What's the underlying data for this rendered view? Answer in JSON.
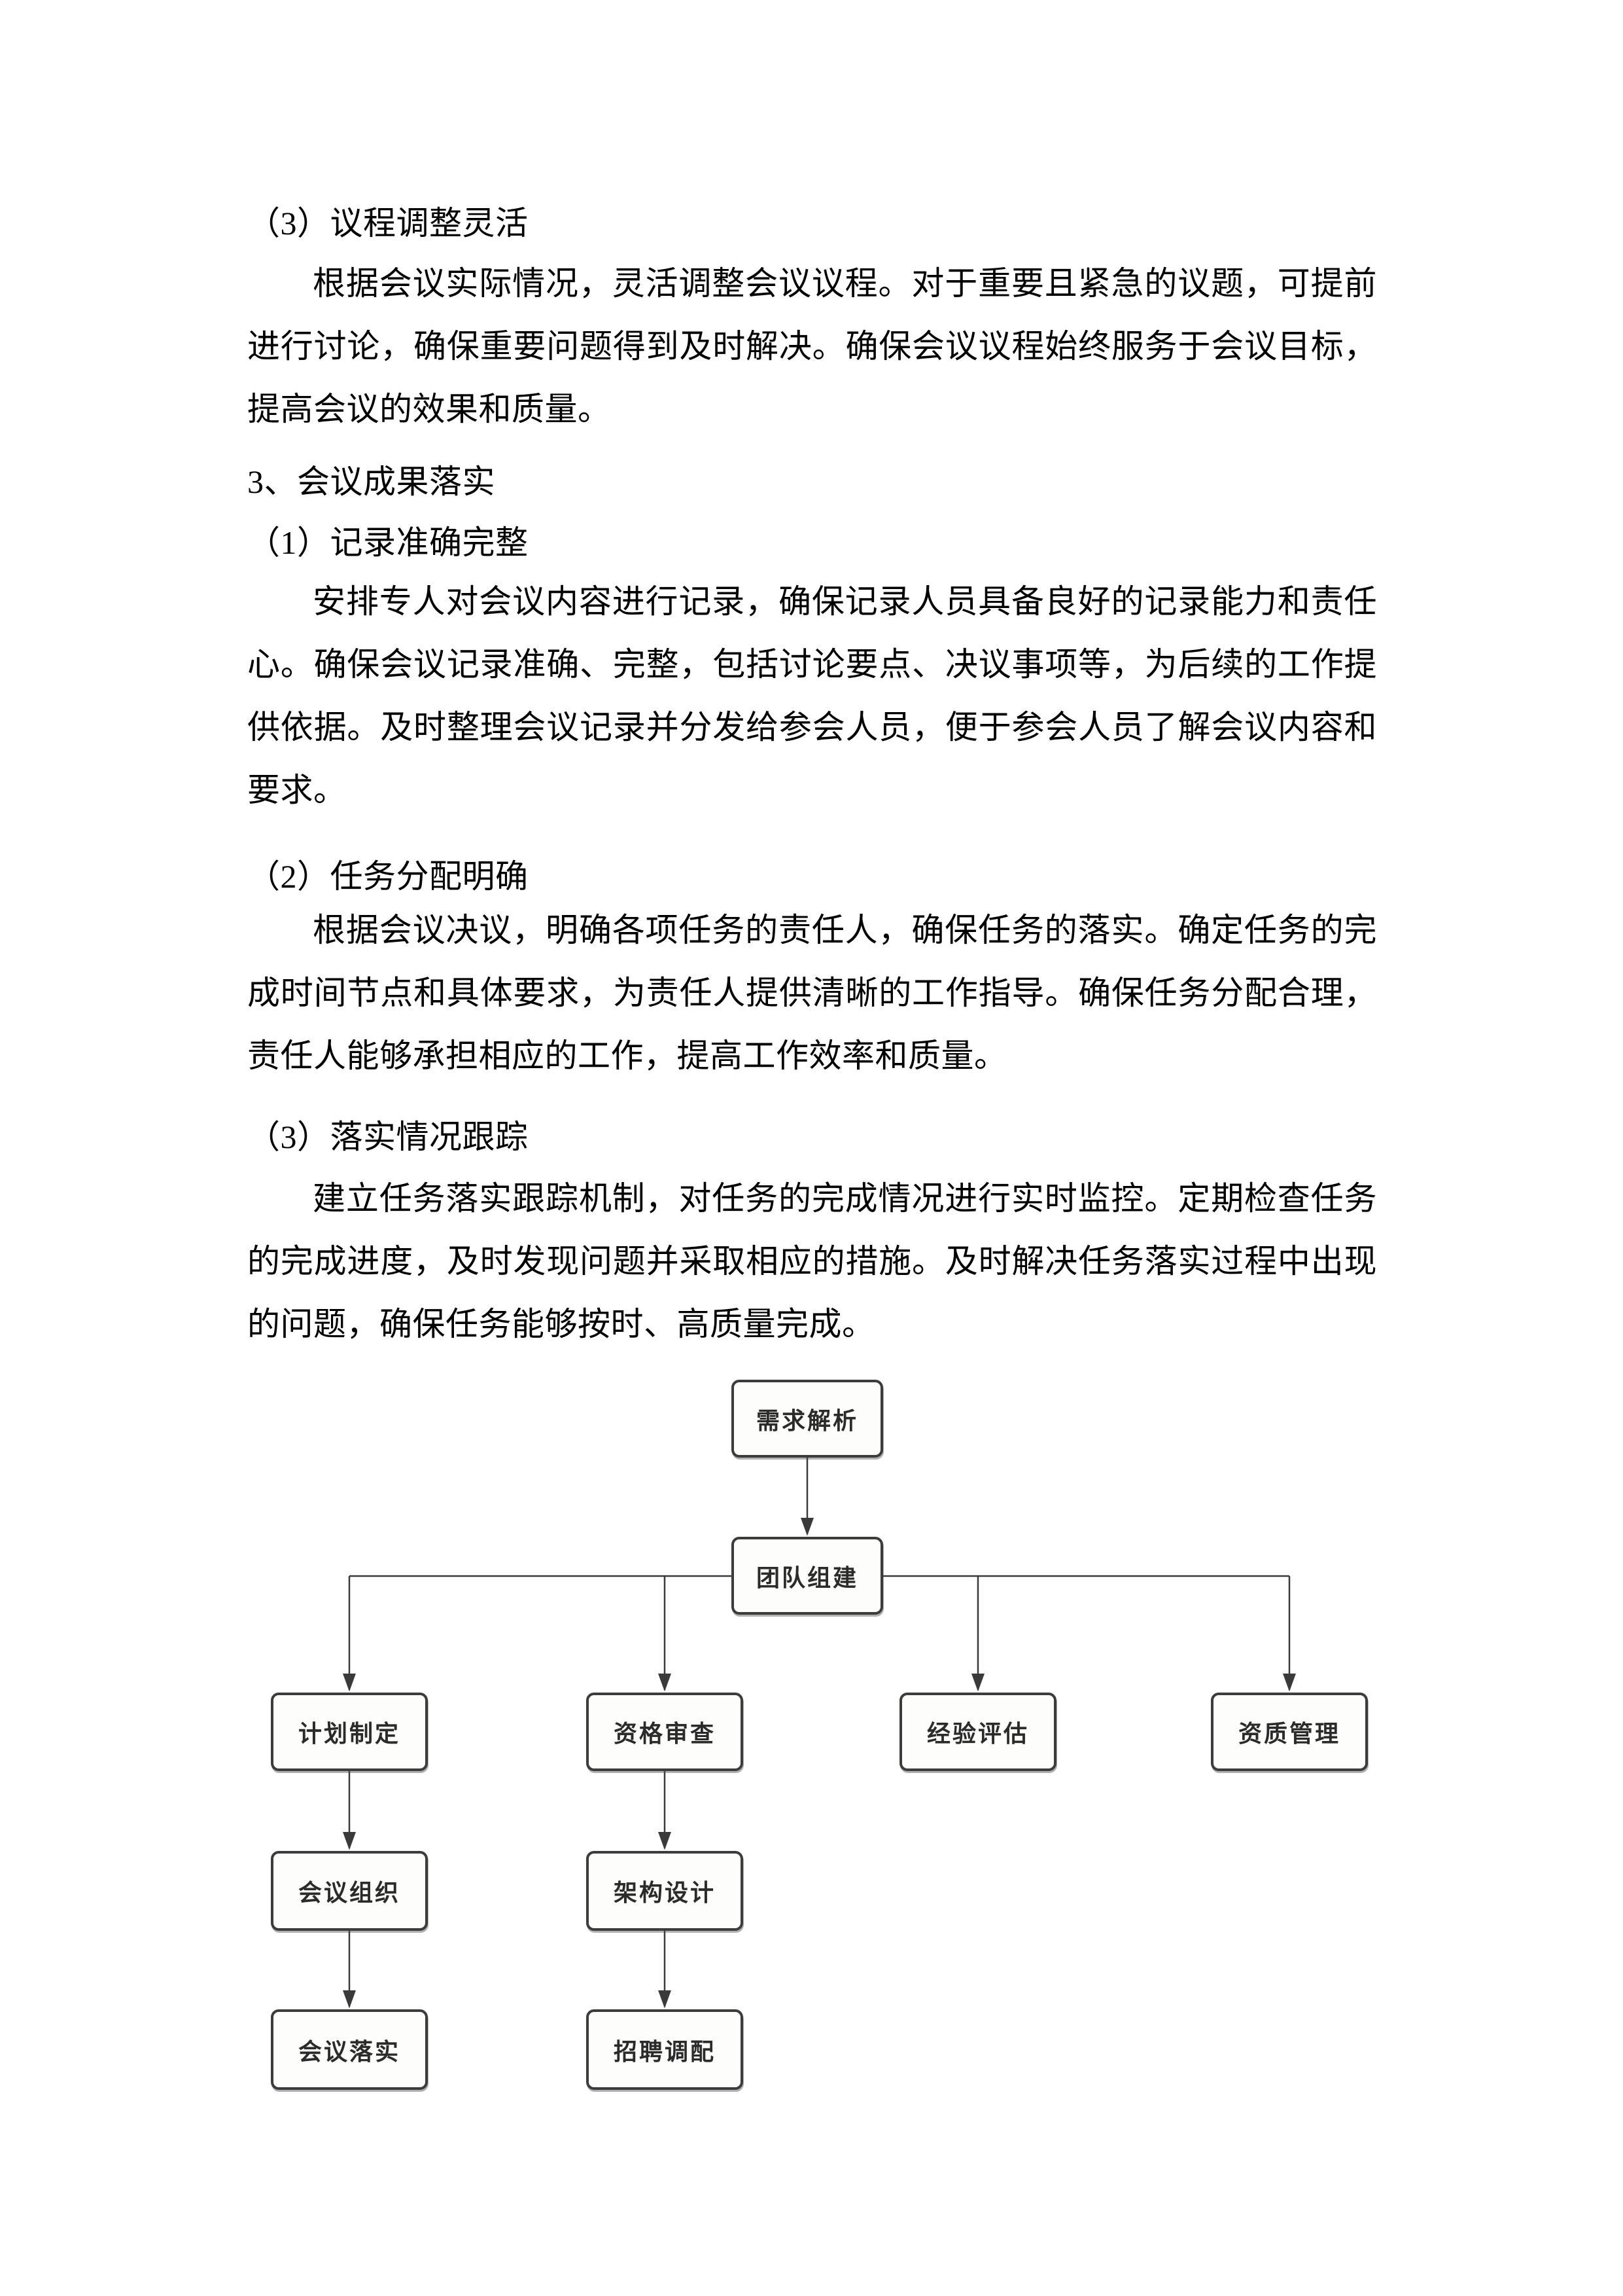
{
  "document": {
    "heading_agenda": "（3）议程调整灵活",
    "para_agenda": "根据会议实际情况，灵活调整会议议程。对于重要且紧急的议题，可提前进行讨论，确保重要问题得到及时解决。确保会议议程始终服务于会议目标，提高会议的效果和质量。",
    "heading_outcome": "3、会议成果落实",
    "heading_record": "（1）记录准确完整",
    "para_record": "安排专人对会议内容进行记录，确保记录人员具备良好的记录能力和责任心。确保会议记录准确、完整，包括讨论要点、决议事项等，为后续的工作提供依据。及时整理会议记录并分发给参会人员，便于参会人员了解会议内容和要求。",
    "heading_task": "（2）任务分配明确",
    "para_task": "根据会议决议，明确各项任务的责任人，确保任务的落实。确定任务的完成时间节点和具体要求，为责任人提供清晰的工作指导。确保任务分配合理，责任人能够承担相应的工作，提高工作效率和质量。",
    "heading_tracking": "（3）落实情况跟踪",
    "para_tracking": "建立任务落实跟踪机制，对任务的完成情况进行实时监控。定期检查任务的完成进度，及时发现问题并采取相应的措施。及时解决任务落实过程中出现的问题，确保任务能够按时、高质量完成。"
  },
  "diagram": {
    "nodes": {
      "requirement_analysis": "需求解析",
      "team_building": "团队组建",
      "plan_making": "计划制定",
      "qualification_review": "资格审查",
      "experience_evaluation": "经验评估",
      "credential_management": "资质管理",
      "meeting_organization": "会议组织",
      "architecture_design": "架构设计",
      "meeting_implementation": "会议落实",
      "recruitment_allocation": "招聘调配"
    },
    "edges": [
      "需求解析 → 团队组建",
      "团队组建 → 计划制定",
      "团队组建 → 资格审查",
      "团队组建 → 经验评估",
      "团队组建 → 资质管理",
      "计划制定 → 会议组织",
      "会议组织 → 会议落实",
      "资格审查 → 架构设计",
      "架构设计 → 招聘调配"
    ],
    "colors": {
      "node_border": "#3c3c3c",
      "node_fill": "#fdfdfb",
      "connector": "#3a3a3a",
      "label": "#2b2b2b"
    }
  }
}
